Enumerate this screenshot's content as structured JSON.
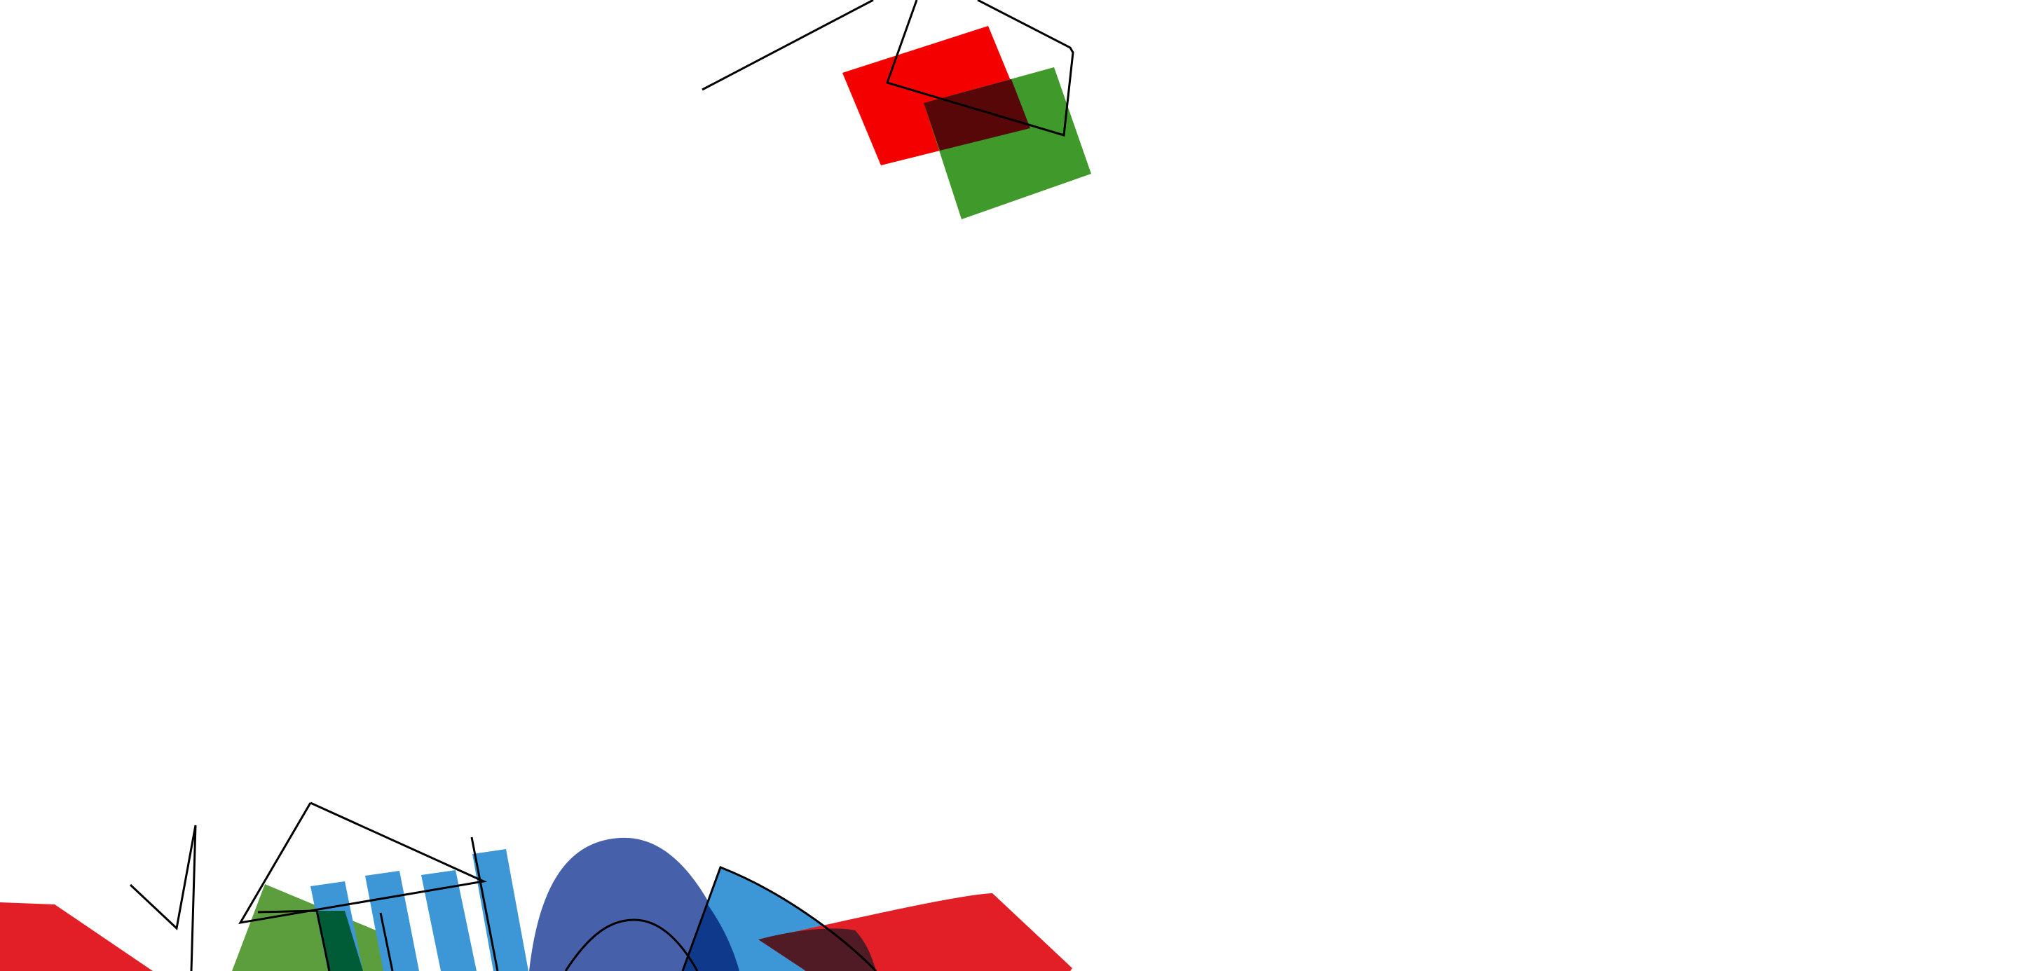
{
  "artwork": {
    "palette": {
      "background": "#ffffff",
      "red": "#f50000",
      "red_alt": "#e21e26",
      "green": "#40992b",
      "green_alt": "#5c9e3e",
      "dark_red": "#570708",
      "blue_light": "#3d97d6",
      "blue_dark": "#4660aa",
      "navy": "#0f3a8b",
      "dark_green": "#005c36",
      "maroon": "#511b25",
      "stroke": "#000000"
    },
    "shapes": [
      {
        "name": "red-rectangle-top",
        "kind": "filled",
        "color": "red"
      },
      {
        "name": "green-rectangle-top",
        "kind": "filled",
        "color": "green"
      },
      {
        "name": "dark-red-overlap",
        "kind": "filled",
        "color": "dark_red"
      },
      {
        "name": "black-outline-polygon-top",
        "kind": "outline",
        "color": "stroke"
      },
      {
        "name": "black-line-top-left",
        "kind": "outline",
        "color": "stroke"
      },
      {
        "name": "red-shape-bottom-left",
        "kind": "filled",
        "color": "red_alt"
      },
      {
        "name": "green-trapezoid-bottom",
        "kind": "filled",
        "color": "green_alt"
      },
      {
        "name": "blue-bar-1",
        "kind": "filled",
        "color": "blue_light"
      },
      {
        "name": "blue-bar-2",
        "kind": "filled",
        "color": "blue_light"
      },
      {
        "name": "blue-bar-3",
        "kind": "filled",
        "color": "blue_light"
      },
      {
        "name": "blue-bar-4",
        "kind": "filled",
        "color": "blue_light"
      },
      {
        "name": "dark-green-overlap",
        "kind": "filled",
        "color": "dark_green"
      },
      {
        "name": "blue-dome",
        "kind": "filled",
        "color": "blue_dark"
      },
      {
        "name": "light-blue-fan",
        "kind": "filled",
        "color": "blue_light"
      },
      {
        "name": "navy-overlap",
        "kind": "filled",
        "color": "navy"
      },
      {
        "name": "red-wedge-bottom-right",
        "kind": "filled",
        "color": "red_alt"
      },
      {
        "name": "maroon-overlap",
        "kind": "filled",
        "color": "maroon"
      },
      {
        "name": "checkmark-line",
        "kind": "outline",
        "color": "stroke"
      },
      {
        "name": "outline-triangle-bottom",
        "kind": "outline",
        "color": "stroke"
      },
      {
        "name": "black-arch-curve",
        "kind": "outline",
        "color": "stroke"
      },
      {
        "name": "black-fan-curve",
        "kind": "outline",
        "color": "stroke"
      },
      {
        "name": "black-stroke-lines",
        "kind": "outline",
        "color": "stroke"
      }
    ]
  }
}
